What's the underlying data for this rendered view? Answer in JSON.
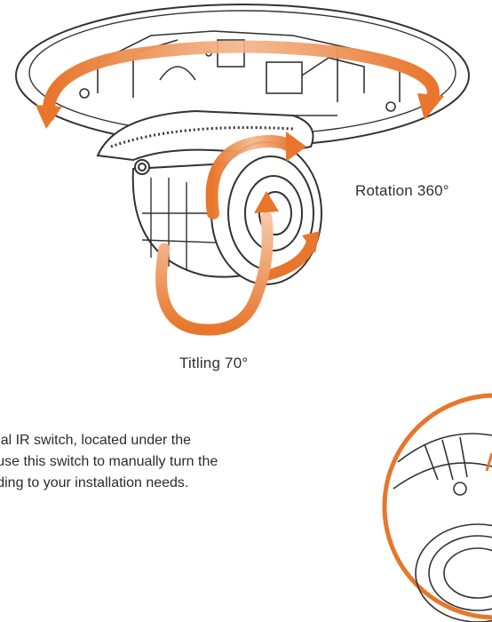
{
  "labels": {
    "rotation": "Rotation 360°",
    "tilting": "Titling 70°"
  },
  "description": {
    "line1": "anual IR switch, located under the",
    "line2": "an use this switch to manually turn the",
    "line3": "cording to your installation needs."
  },
  "colors": {
    "accent": "#E8762C",
    "line": "#333333",
    "text": "#2B2B2B"
  },
  "icons": {
    "rotation_arrow": "curved-double-arrow",
    "tilt_arrow": "curved-arrow-vertical",
    "pan_arrow": "curved-arrow-around-lens"
  }
}
